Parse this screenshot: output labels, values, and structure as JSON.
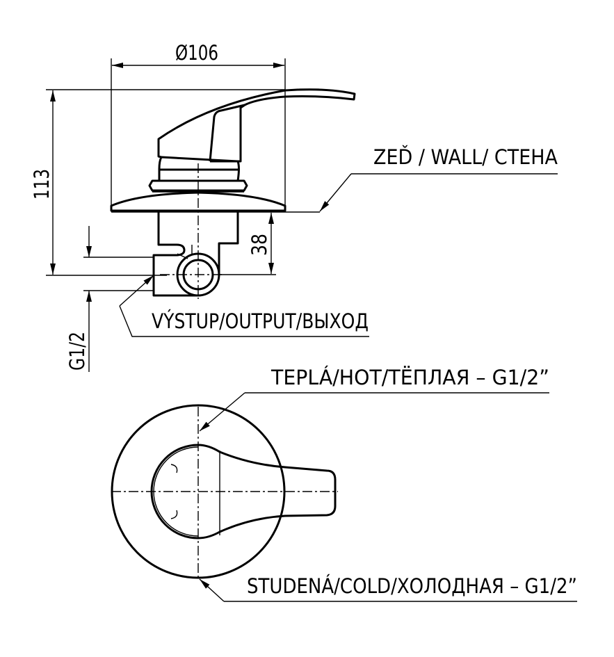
{
  "dimensions": {
    "diameter": "Ø106",
    "height": "113",
    "depth": "38",
    "thread": "G1/2"
  },
  "labels": {
    "wall": "ZEĎ / WALL/ СТЕНА",
    "output": "VÝSTUP/OUTPUT/ВЫХОД",
    "hot": "TEPLÁ/HOT/TЁПЛАЯ – G1/2”",
    "cold": "STUDENÁ/COLD/ХОЛОДНАЯ – G1/2”"
  }
}
